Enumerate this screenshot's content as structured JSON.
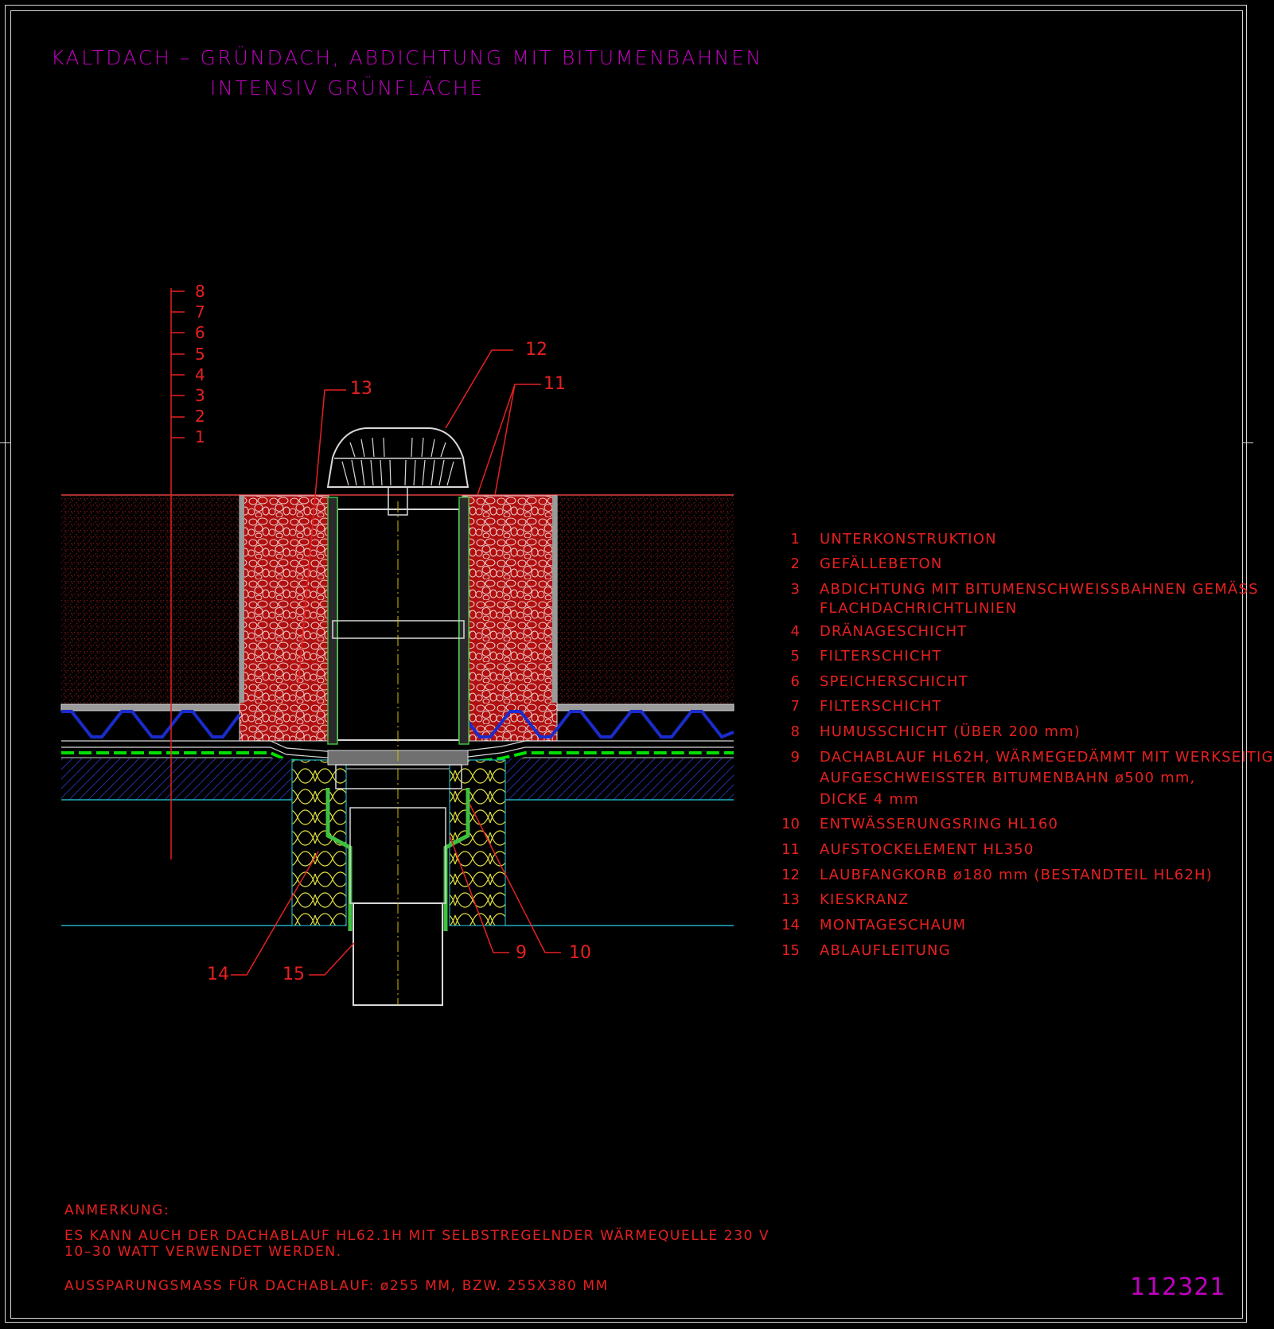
{
  "title": {
    "line1": "KALTDACH – GRÜNDACH, ABDICHTUNG MIT BITUMENBAHNEN",
    "line2": "INTENSIV GRÜNFLÄCHE"
  },
  "layer_scale": [
    "8",
    "7",
    "6",
    "5",
    "4",
    "3",
    "2",
    "1"
  ],
  "callouts": {
    "c12": "12",
    "c13": "13",
    "c11": "11",
    "c14": "14",
    "c15": "15",
    "c9": "9",
    "c10": "10"
  },
  "legend": [
    {
      "num": "1",
      "text": "UNTERKONSTRUKTION"
    },
    {
      "num": "2",
      "text": "GEFÄLLEBETON"
    },
    {
      "num": "3",
      "text": "ABDICHTUNG MIT BITUMENSCHWEISSBAHNEN GEMÄSS",
      "text2": "FLACHDACHRICHTLINIEN"
    },
    {
      "num": "4",
      "text": "DRÄNAGESCHICHT"
    },
    {
      "num": "5",
      "text": "FILTERSCHICHT"
    },
    {
      "num": "6",
      "text": "SPEICHERSCHICHT"
    },
    {
      "num": "7",
      "text": "FILTERSCHICHT"
    },
    {
      "num": "8",
      "text": "HUMUSSCHICHT (ÜBER 200 mm)"
    },
    {
      "num": "9",
      "text": "DACHABLAUF HL62H, WÄRMEGEDÄMMT MIT WERKSEITIG",
      "text2": "AUFGESCHWEISSTER BITUMENBAHN ø500 mm,",
      "text3": "DICKE 4 mm"
    },
    {
      "num": "10",
      "text": "ENTWÄSSERUNGSRING HL160"
    },
    {
      "num": "11",
      "text": "AUFSTOCKELEMENT HL350"
    },
    {
      "num": "12",
      "text": "LAUBFANGKORB ø180 mm (BESTANDTEIL HL62H)"
    },
    {
      "num": "13",
      "text": "KIESKRANZ"
    },
    {
      "num": "14",
      "text": "MONTAGESCHAUM"
    },
    {
      "num": "15",
      "text": "ABLAUFLEITUNG"
    }
  ],
  "notes": {
    "heading": "ANMERKUNG:",
    "line1": "ES KANN AUCH DER DACHABLAUF HL62.1H MIT SELBSTREGELNDER WÄRMEQUELLE 230 V",
    "line2": "10–30 WATT VERWENDET WERDEN.",
    "line3": "AUSSPARUNGSMASS FÜR DACHABLAUF: ø255 MM, BZW. 255X380 MM"
  },
  "drawing_number": "112321",
  "colors": {
    "background": "#000000",
    "title": "#c000c0",
    "text": "#e62020",
    "drainage": "#1a2ccc",
    "membrane": "#00e000",
    "insulation": "#e0e040",
    "pipe": "#d8d8d8",
    "fitting_green": "#40c040",
    "cyan": "#20b0c0"
  }
}
